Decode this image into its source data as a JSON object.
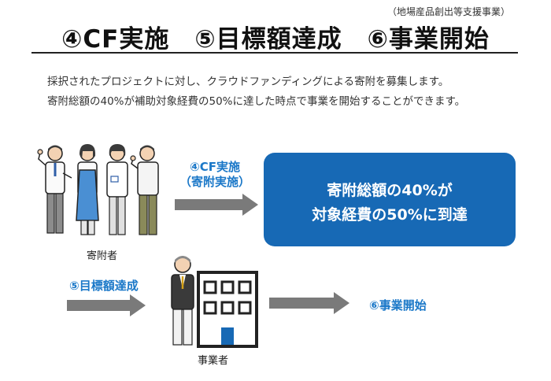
{
  "header": {
    "note": "（地場産品創出等支援事業）",
    "title": "④CF実施　⑤目標額達成　⑥事業開始"
  },
  "description": {
    "line1": "採択されたプロジェクトに対し、クラウドファンディングによる寄附を募集します。",
    "line2": "寄附総額の40%が補助対象経費の50%に達した時点で事業を開始することができます。"
  },
  "flow": {
    "step4": {
      "line1": "④CF実施",
      "line2": "（寄附実施）"
    },
    "result_box": {
      "line1": "寄附総額の40%が",
      "line2": "対象経費の50%に到達"
    },
    "step5": "⑤目標額達成",
    "step6": "⑥事業開始"
  },
  "captions": {
    "donors": "寄附者",
    "business": "事業者"
  },
  "colors": {
    "accent_blue": "#1769b5",
    "label_blue": "#1b78c8",
    "arrow_gray": "#7a7a7a"
  }
}
